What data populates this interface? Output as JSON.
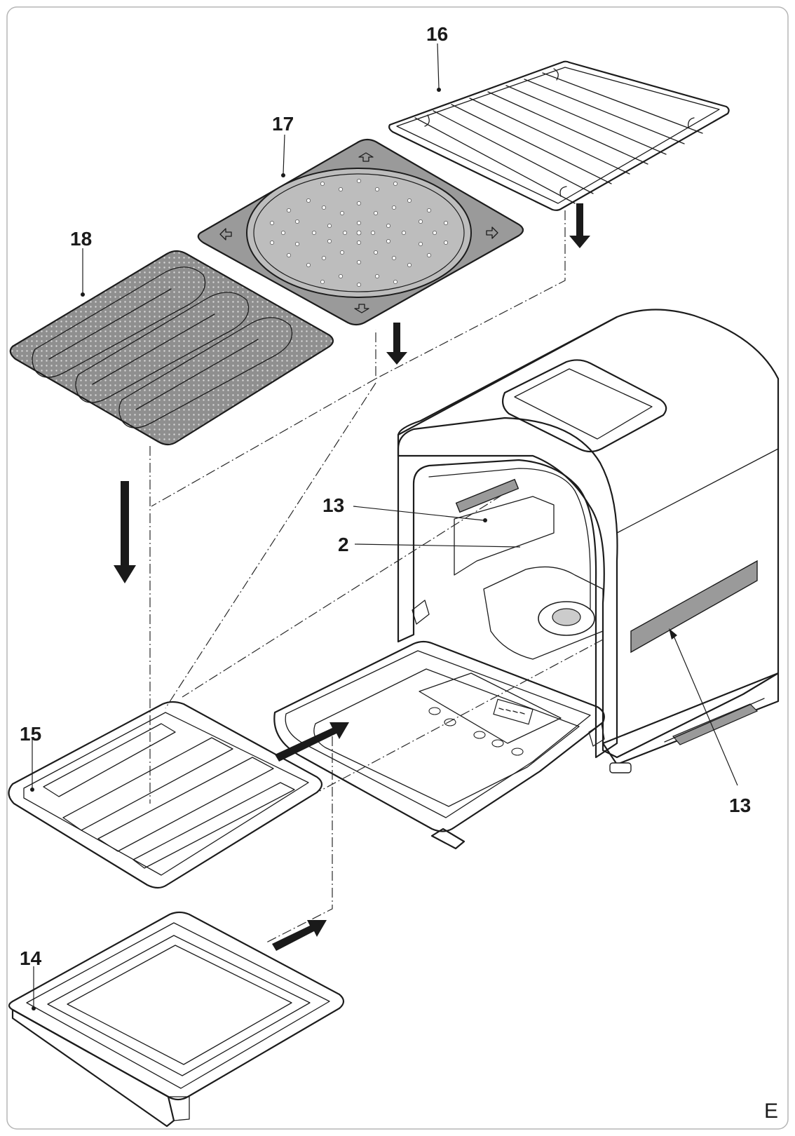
{
  "figure": {
    "section_letter": "E",
    "callouts": [
      {
        "id": "c16",
        "text": "16"
      },
      {
        "id": "c17",
        "text": "17"
      },
      {
        "id": "c18",
        "text": "18"
      },
      {
        "id": "c13a",
        "text": "13"
      },
      {
        "id": "c2",
        "text": "2"
      },
      {
        "id": "c15",
        "text": "15"
      },
      {
        "id": "c13b",
        "text": "13"
      },
      {
        "id": "c14",
        "text": "14"
      }
    ]
  },
  "colors": {
    "line": "#1c1c1c",
    "tray_fill_dark": "#8a8a8a",
    "tray_fill_mid": "#b9b9b9",
    "background": "#ffffff"
  }
}
